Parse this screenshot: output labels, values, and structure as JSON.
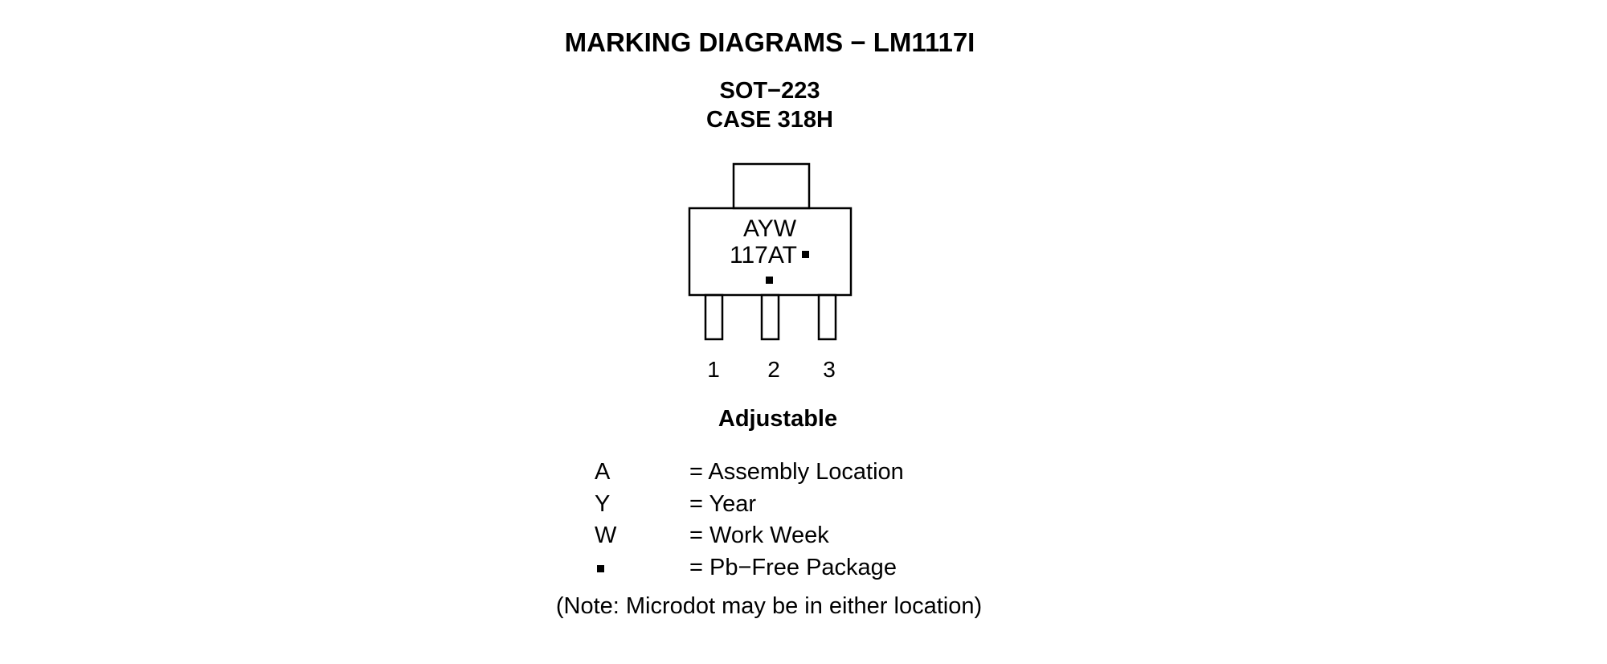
{
  "title": "MARKING DIAGRAMS − LM1117I",
  "package": {
    "line1": "SOT−223",
    "line2": "CASE 318H"
  },
  "marking": {
    "line1": "AYW",
    "line2": "117AT"
  },
  "pins": [
    "1",
    "2",
    "3"
  ],
  "variant_label": "Adjustable",
  "legend": [
    {
      "symbol": "A",
      "description": "= Assembly Location"
    },
    {
      "symbol": "Y",
      "description": "= Year"
    },
    {
      "symbol": "W",
      "description": "= Work Week"
    },
    {
      "symbol": "",
      "description": "= Pb−Free Package",
      "icon": "microdot-square"
    }
  ],
  "note": "(Note: Microdot may be in either location)"
}
